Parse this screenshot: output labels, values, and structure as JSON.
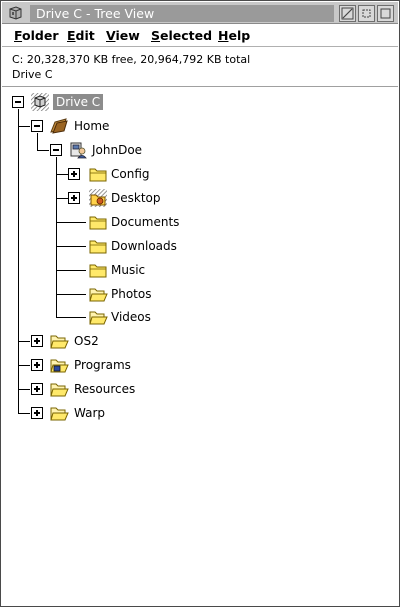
{
  "window": {
    "title": "Drive C - Tree View"
  },
  "menu": {
    "folder": {
      "accel": "F",
      "rest": "older"
    },
    "edit": {
      "accel": "E",
      "rest": "dit"
    },
    "view": {
      "accel": "V",
      "rest": "iew"
    },
    "selected": {
      "accel": "S",
      "rest": "elected"
    },
    "help": {
      "accel": "H",
      "rest": "elp"
    }
  },
  "info": {
    "space_line": "C:  20,328,370 KB free,  20,964,792 KB total",
    "drive_line": "Drive C"
  },
  "tree": {
    "drive": "Drive C",
    "home": "Home",
    "johndoe": "JohnDoe",
    "config": "Config",
    "desktop": "Desktop",
    "documents": "Documents",
    "downloads": "Downloads",
    "music": "Music",
    "photos": "Photos",
    "videos": "Videos",
    "os2": "OS2",
    "programs": "Programs",
    "resources": "Resources",
    "warp": "Warp"
  },
  "colors": {
    "folder_fill": "#ffe96a",
    "folder_stroke": "#7a6400",
    "selection": "#8c8c8c",
    "titlebar": "#9a9a9a"
  }
}
